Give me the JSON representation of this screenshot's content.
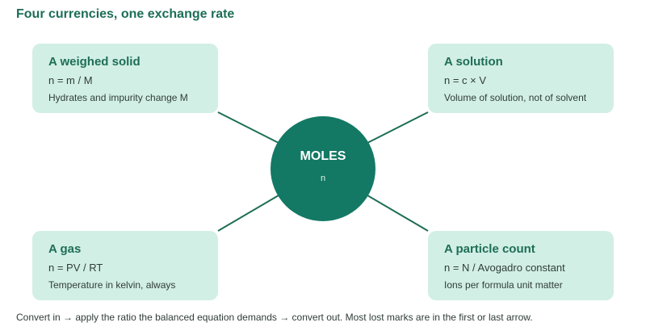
{
  "title": "Four currencies, one exchange rate",
  "hub": {
    "label": "MOLES",
    "symbol": "n"
  },
  "cards": {
    "solid": {
      "title": "A weighed solid",
      "formula": "n = m / M",
      "note": "Hydrates and impurity change M"
    },
    "solution": {
      "title": "A solution",
      "formula": "n = c × V",
      "note": "Volume of solution, not of solvent"
    },
    "gas": {
      "title": "A gas",
      "formula": "n = PV / RT",
      "note": "Temperature in kelvin, always"
    },
    "particles": {
      "title": "A particle count",
      "formula": "n = N / Avogadro constant",
      "note": "Ions per formula unit matter"
    }
  },
  "footer": "Convert in → apply the ratio the balanced equation demands → convert out. Most lost marks are in the first or last arrow.",
  "colors": {
    "accent": "#1c6e57",
    "hub_fill": "#137964",
    "card_fill": "#d2efe5"
  }
}
